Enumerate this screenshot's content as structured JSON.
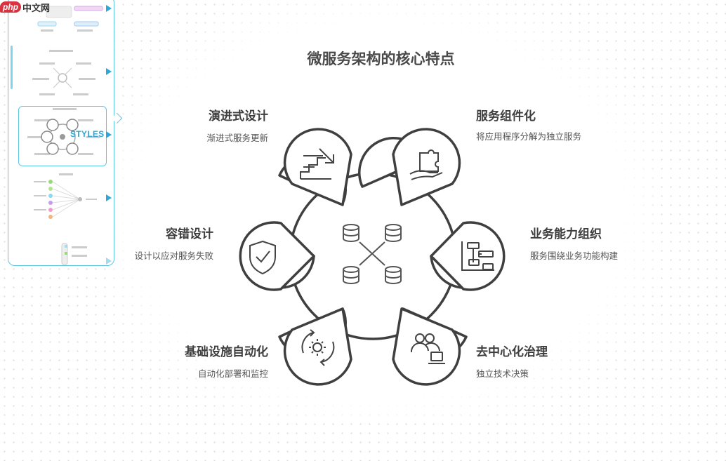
{
  "brand": {
    "badge": "php",
    "name": "中文网"
  },
  "panel": {
    "selected_label": "STYLES"
  },
  "diagram": {
    "title": "微服务架构的核心特点",
    "features": [
      {
        "id": "evolutionary",
        "label": "演进式设计",
        "desc": "渐进式服务更新",
        "icon": "stairs-arrow-icon"
      },
      {
        "id": "componentization",
        "label": "服务组件化",
        "desc": "将应用程序分解为独立服务",
        "icon": "puzzle-hand-icon"
      },
      {
        "id": "business",
        "label": "业务能力组织",
        "desc": "服务围绕业务功能构建",
        "icon": "org-chart-icon"
      },
      {
        "id": "decentralized",
        "label": "去中心化治理",
        "desc": "独立技术决策",
        "icon": "users-laptop-icon"
      },
      {
        "id": "automation",
        "label": "基础设施自动化",
        "desc": "自动化部署和监控",
        "icon": "gear-cycle-icon"
      },
      {
        "id": "fault",
        "label": "容错设计",
        "desc": "设计以应对服务失败",
        "icon": "shield-check-icon"
      }
    ]
  }
}
